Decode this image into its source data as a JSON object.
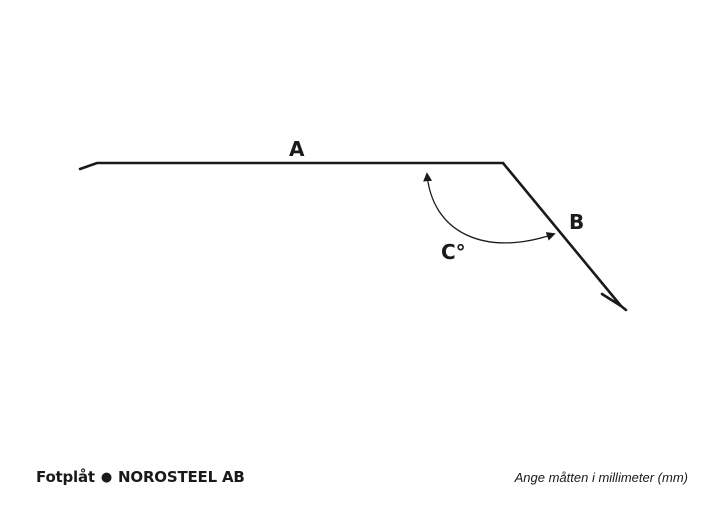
{
  "diagram": {
    "labels": {
      "a": "A",
      "b": "B",
      "c": "C°"
    },
    "stroke_color": "#1a1a1a"
  },
  "footer": {
    "product": "Fotplåt",
    "separator": "●",
    "company": "NOROSTEEL AB",
    "note": "Ange måtten i millimeter (mm)"
  }
}
